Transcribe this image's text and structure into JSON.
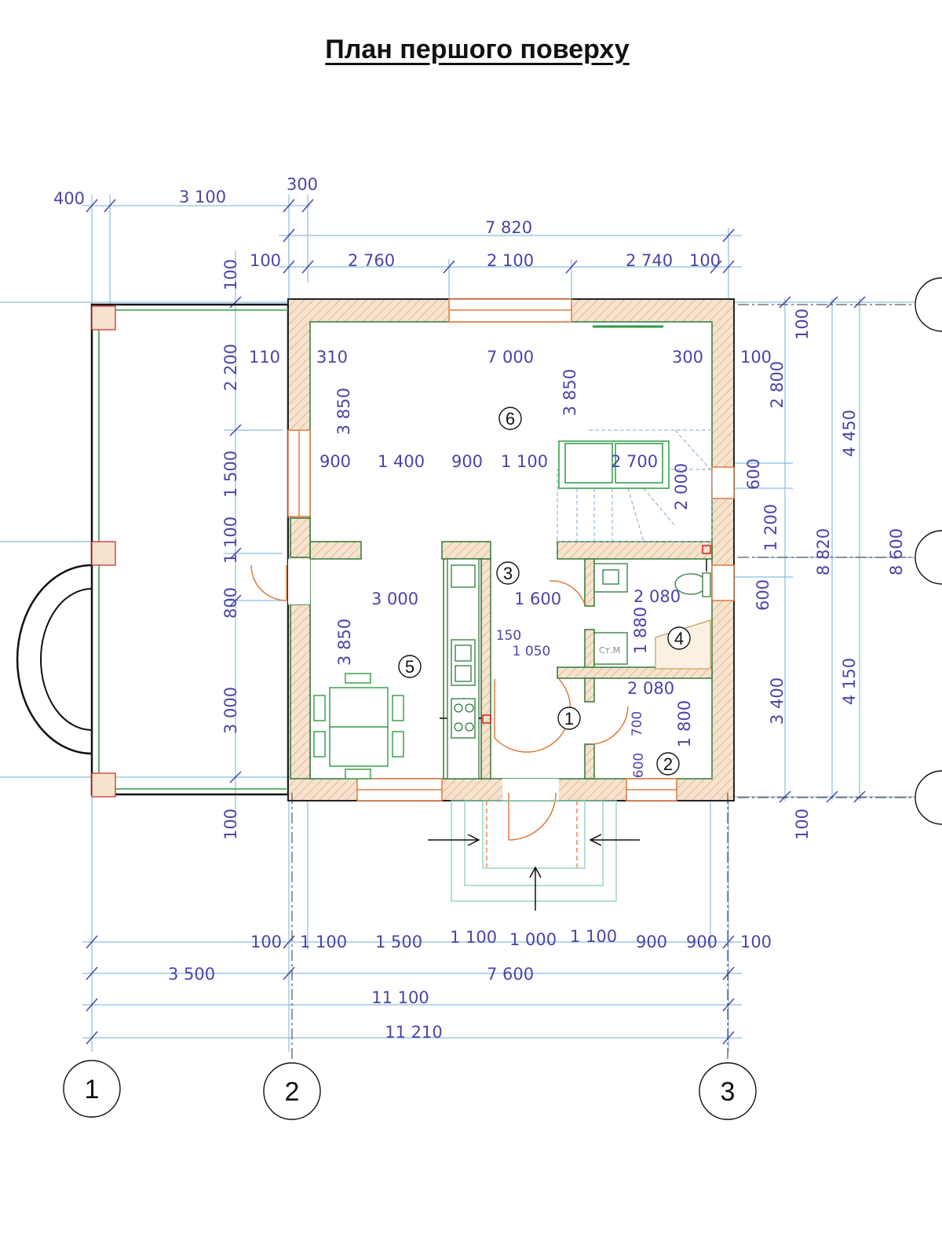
{
  "title": "План першого поверху",
  "axes": {
    "a1": "1",
    "a2": "2",
    "a3": "3"
  },
  "rooms": {
    "r1": "1",
    "r2": "2",
    "r3": "3",
    "r4": "4",
    "r5": "5",
    "r6": "6"
  },
  "top_dims": {
    "d400": "400",
    "d3100": "3 100",
    "d300": "300",
    "d7820": "7 820",
    "d100a": "100",
    "d2760": "2 760",
    "d2100": "2 100",
    "d2740": "2 740",
    "d100b": "100"
  },
  "inner_dims": {
    "d110": "110",
    "d310": "310",
    "d7000": "7 000",
    "d300b": "300",
    "d100c": "100",
    "d900a": "900",
    "d1400": "1 400",
    "d900b": "900",
    "d1100": "1 100",
    "d2700": "2 700",
    "d3000": "3 000",
    "d1600": "1 600",
    "d2080a": "2 080",
    "d150": "150",
    "d1050": "1 050",
    "d2080b": "2 080",
    "note_stm": "Ст.М"
  },
  "vert_dims": {
    "v100top": "100",
    "v2200": "2 200",
    "v1500": "1 500",
    "v1100": "1 100",
    "v800": "800",
    "v3000": "3 000",
    "v100bot": "100",
    "v3850a": "3 850",
    "v3850b": "3 850",
    "v3850c": "3 850",
    "v2000": "2 000",
    "v1880": "1 880",
    "v700": "700",
    "v1800": "1 800",
    "v600small": "600",
    "r100": "100",
    "r2800": "2 800",
    "r600a": "600",
    "r1200": "1 200",
    "r600b": "600",
    "r3400": "3 400",
    "r100bot": "100",
    "r4450": "4 450",
    "r4150": "4 150",
    "r8820": "8 820",
    "r8600": "8 600"
  },
  "bottom_dims": {
    "b100a": "100",
    "b1100a": "1 100",
    "b1500": "1 500",
    "b1100b": "1 100",
    "b1000": "1 000",
    "b1100c": "1 100",
    "b900a": "900",
    "b900b": "900",
    "b100b": "100",
    "b3500": "3 500",
    "b7600": "7 600",
    "b11100": "11 100",
    "b11210": "11 210"
  },
  "colors": {
    "dim": "#4b45a6",
    "dimline": "#7fb3d8",
    "wall": "#e8b98e",
    "furniture": "#2e9a45",
    "window": "#e07a3c",
    "marker": "#cc2222"
  }
}
